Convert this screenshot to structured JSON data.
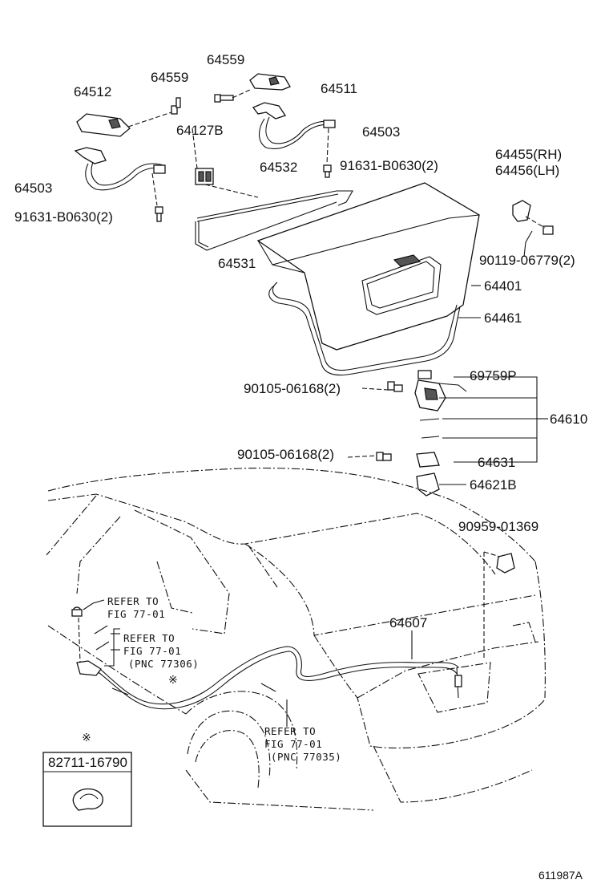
{
  "labels": {
    "p64559a": "64559",
    "p64511": "64511",
    "p64512": "64512",
    "p64559b": "64559",
    "p64127b": "64127B",
    "p64503a": "64503",
    "p64532": "64532",
    "p91631a": "91631-B0630(2)",
    "p64503b": "64503",
    "p91631b": "91631-B0630(2)",
    "p64531": "64531",
    "p64455": "64455(RH)",
    "p64456": "64456(LH)",
    "p90119": "90119-06779(2)",
    "p64401": "64401",
    "p64461": "64461",
    "p69759p": "69759P",
    "p90105a": "90105-06168(2)",
    "p64610": "64610",
    "p90105b": "90105-06168(2)",
    "p64631": "64631",
    "p64621b": "64621B",
    "p90959": "90959-01369",
    "p64607": "64607",
    "p82711": "82711-16790",
    "diagram_id": "611987A"
  },
  "refs": {
    "ref1_l1": "REFER TO",
    "ref1_l2": "FIG 77-01",
    "ref2_l1": "REFER TO",
    "ref2_l2": "FIG 77-01",
    "ref2_l3": "(PNC 77306)",
    "ref3_l1": "REFER TO",
    "ref3_l2": "FIG 77-01",
    "ref3_l3": "(PNC 77035)"
  },
  "symbols": {
    "note_mark": "※"
  }
}
